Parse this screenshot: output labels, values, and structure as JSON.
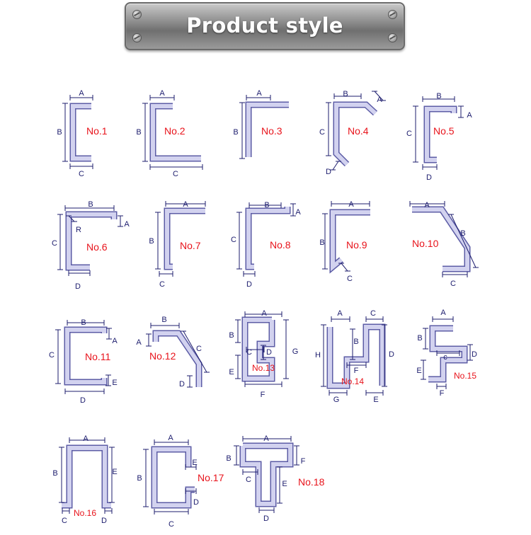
{
  "banner": {
    "title": "Product style"
  },
  "styles": [
    {
      "number": "No.1",
      "dims": [
        "A",
        "B",
        "C"
      ]
    },
    {
      "number": "No.2",
      "dims": [
        "A",
        "B",
        "C"
      ]
    },
    {
      "number": "No.3",
      "dims": [
        "A",
        "B"
      ]
    },
    {
      "number": "No.4",
      "dims": [
        "B",
        "A",
        "C",
        "D"
      ]
    },
    {
      "number": "No.5",
      "dims": [
        "B",
        "A",
        "C",
        "D"
      ]
    },
    {
      "number": "No.6",
      "dims": [
        "B",
        "A",
        "R",
        "C",
        "D"
      ]
    },
    {
      "number": "No.7",
      "dims": [
        "A",
        "B",
        "C"
      ]
    },
    {
      "number": "No.8",
      "dims": [
        "B",
        "A",
        "C",
        "D"
      ]
    },
    {
      "number": "No.9",
      "dims": [
        "A",
        "B",
        "C"
      ]
    },
    {
      "number": "No.10",
      "dims": [
        "A",
        "B",
        "C"
      ]
    },
    {
      "number": "No.11",
      "dims": [
        "B",
        "A",
        "C",
        "E",
        "D"
      ]
    },
    {
      "number": "No.12",
      "dims": [
        "B",
        "A",
        "C",
        "D"
      ]
    },
    {
      "number": "No.13",
      "dims": [
        "A",
        "B",
        "C",
        "D",
        "E",
        "G",
        "F"
      ]
    },
    {
      "number": "No.14",
      "dims": [
        "A",
        "C",
        "B",
        "H",
        "D",
        "F",
        "G",
        "E"
      ]
    },
    {
      "number": "No.15",
      "dims": [
        "A",
        "B",
        "D",
        "c",
        "E",
        "F"
      ]
    },
    {
      "number": "No.16",
      "dims": [
        "A",
        "B",
        "E",
        "C",
        "D"
      ]
    },
    {
      "number": "No.17",
      "dims": [
        "A",
        "B",
        "E",
        "D",
        "C"
      ]
    },
    {
      "number": "No.18",
      "dims": [
        "A",
        "B",
        "F",
        "C",
        "E",
        "D"
      ]
    }
  ]
}
